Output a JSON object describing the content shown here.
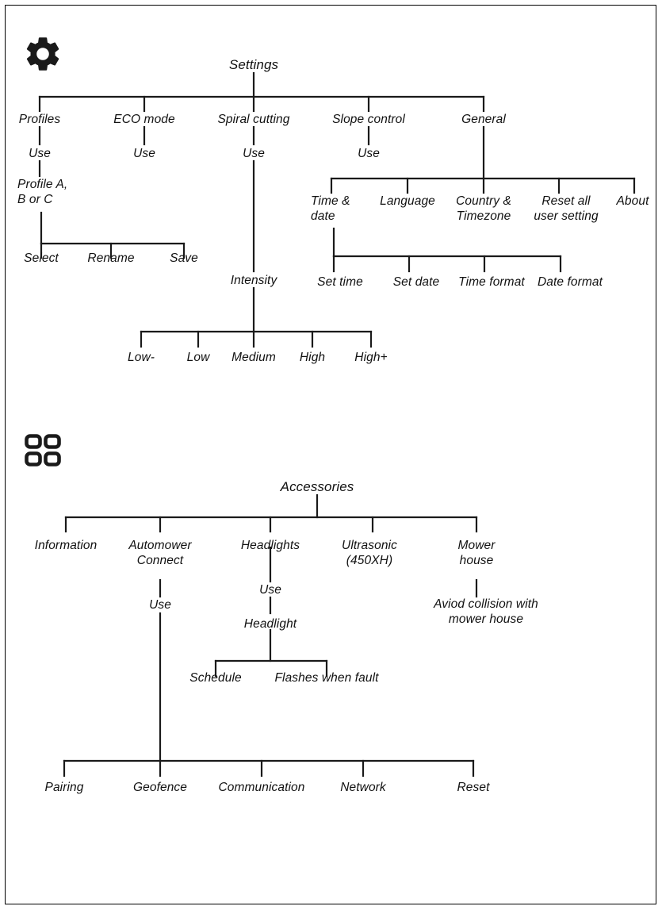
{
  "document": {
    "title": "Automower menu structure — Settings and Accessories",
    "border_color": "#000000",
    "background_color": "#ffffff",
    "line_color": "#1a1a1a",
    "text_color": "#111111"
  },
  "sections": [
    {
      "id": "settings",
      "icon": "gear-icon",
      "root": "Settings"
    },
    {
      "id": "accessories",
      "icon": "grid-four-squares-icon",
      "root": "Accessories"
    }
  ],
  "settings": {
    "icon_name": "gear-icon",
    "root_label": "Settings",
    "level1": [
      {
        "label": "Profiles"
      },
      {
        "label": "ECO mode"
      },
      {
        "label": "Spiral cutting"
      },
      {
        "label": "Slope control"
      },
      {
        "label": "General"
      }
    ],
    "profiles": {
      "use": "Use",
      "profile_choice_line1": "Profile A,",
      "profile_choice_line2": "B or C",
      "actions": [
        {
          "label": "Select"
        },
        {
          "label": "Rename"
        },
        {
          "label": "Save"
        }
      ]
    },
    "eco_mode": {
      "use": "Use"
    },
    "spiral_cutting": {
      "use": "Use",
      "intensity": "Intensity",
      "levels": [
        {
          "label": "Low-"
        },
        {
          "label": "Low"
        },
        {
          "label": "Medium"
        },
        {
          "label": "High"
        },
        {
          "label": "High+"
        }
      ]
    },
    "slope_control": {
      "use": "Use"
    },
    "general": {
      "items": [
        {
          "line1": "Time &",
          "line2": "date"
        },
        {
          "line1": "Language",
          "line2": ""
        },
        {
          "line1": "Country &",
          "line2": "Timezone"
        },
        {
          "line1": "Reset all",
          "line2": "user setting"
        },
        {
          "line1": "About",
          "line2": ""
        }
      ],
      "time_and_date": {
        "items": [
          {
            "label": "Set time"
          },
          {
            "label": "Set date"
          },
          {
            "label": "Time format"
          },
          {
            "label": "Date format"
          }
        ]
      }
    }
  },
  "accessories": {
    "icon_name": "grid-four-squares-icon",
    "root_label": "Accessories",
    "level1": [
      {
        "line1": "Information",
        "line2": ""
      },
      {
        "line1": "Automower",
        "line2": "Connect"
      },
      {
        "line1": "Headlights",
        "line2": ""
      },
      {
        "line1": "Ultrasonic",
        "line2": "(450XH)"
      },
      {
        "line1": "Mower",
        "line2": "house"
      }
    ],
    "automower_connect": {
      "use": "Use",
      "items": [
        {
          "label": "Pairing"
        },
        {
          "label": "Geofence"
        },
        {
          "label": "Communication"
        },
        {
          "label": "Network"
        },
        {
          "label": "Reset"
        }
      ]
    },
    "headlights": {
      "use": "Use",
      "headlight": "Headlight",
      "items": [
        {
          "label": "Schedule"
        },
        {
          "label": "Flashes when fault"
        }
      ]
    },
    "mower_house": {
      "note_line1": "Aviod collision with",
      "note_line2": "mower house"
    }
  }
}
